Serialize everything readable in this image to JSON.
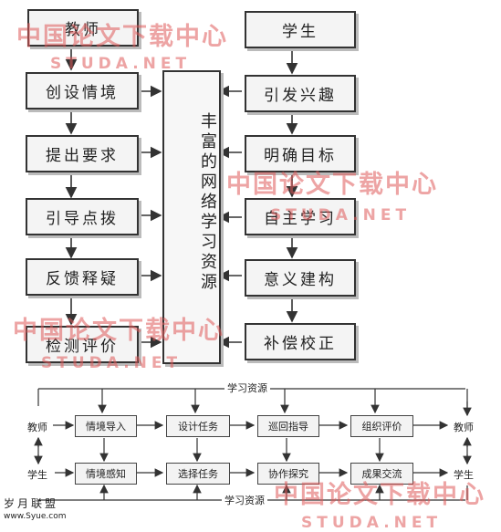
{
  "top": {
    "left_column": [
      "教师",
      "创设情境",
      "提出要求",
      "引导点拨",
      "反馈释疑",
      "检测评价"
    ],
    "center": "丰富的网络学习资源",
    "right_column": [
      "学生",
      "引发兴趣",
      "明确目标",
      "自主学习",
      "意义建构",
      "补偿校正"
    ]
  },
  "bottom": {
    "resources_top": "学习资源",
    "resources_bottom": "学习资源",
    "left_teacher": "教师",
    "left_student": "学生",
    "right_teacher": "教师",
    "right_student": "学生",
    "row1": [
      "情境导入",
      "设计任务",
      "巡回指导",
      "组织评价"
    ],
    "row2": [
      "情境感知",
      "选择任务",
      "协作探究",
      "成果交流"
    ]
  },
  "watermark": {
    "text": "中国论文下载中心",
    "url": "STUDA.NET"
  },
  "footer": {
    "line1": "岁月联盟",
    "line2": "www.Syue.com"
  },
  "colors": {
    "watermark": "#e05a5a",
    "stroke": "#333333"
  }
}
